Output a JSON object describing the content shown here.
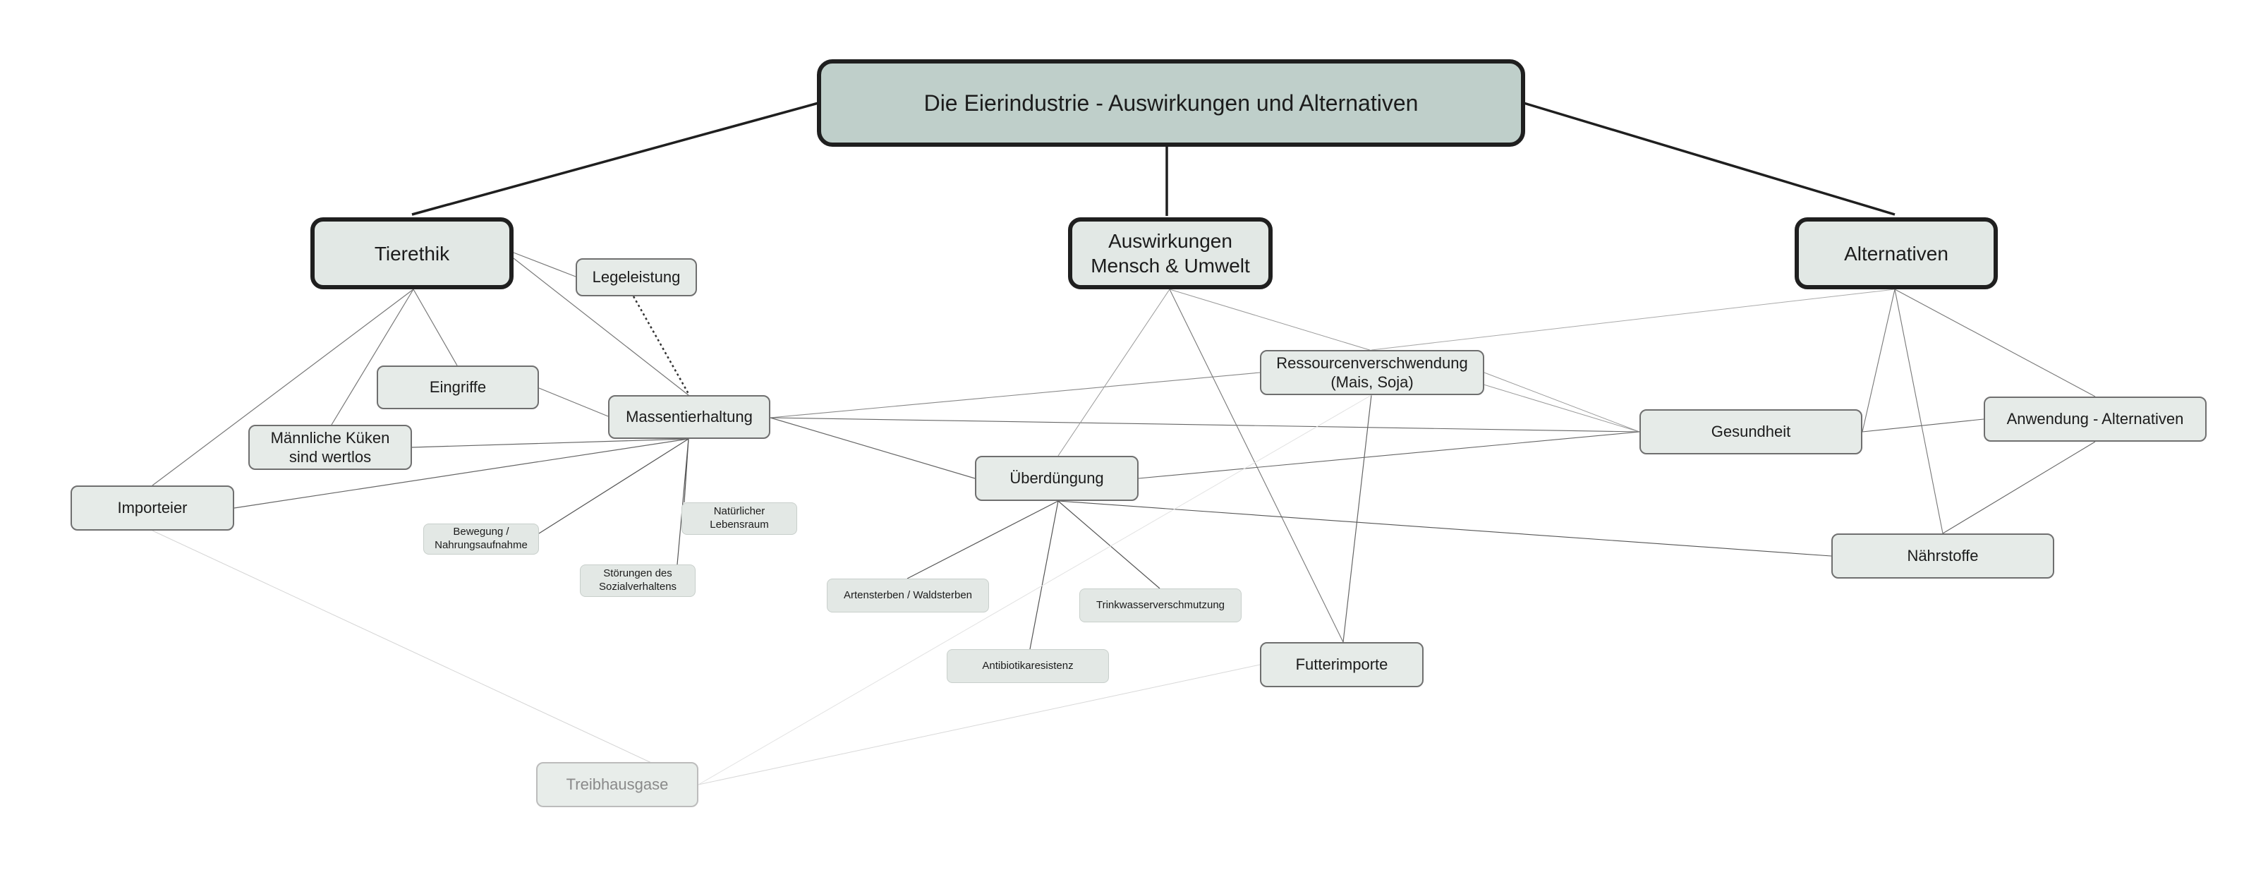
{
  "diagram": {
    "title": "Die Eierindustrie - Auswirkungen und Alternativen",
    "nodes": {
      "root": {
        "label": "Die Eierindustrie - Auswirkungen und Alternativen"
      },
      "tierethik": {
        "label": "Tierethik"
      },
      "auswirkungen": {
        "label": "Auswirkungen\nMensch & Umwelt"
      },
      "alternativen": {
        "label": "Alternativen"
      },
      "legeleistung": {
        "label": "Legeleistung"
      },
      "eingriffe": {
        "label": "Eingriffe"
      },
      "massentierhaltung": {
        "label": "Massentierhaltung"
      },
      "kueken": {
        "label": "Männliche Küken\nsind wertlos"
      },
      "importeier": {
        "label": "Importeier"
      },
      "bewegung": {
        "label": "Bewegung /\nNahrungsaufnahme"
      },
      "stoerungen": {
        "label": "Störungen des\nSozialverhaltens"
      },
      "lebensraum": {
        "label": "Natürlicher\nLebensraum"
      },
      "ressourcen": {
        "label": "Ressourcenverschwendung\n(Mais, Soja)"
      },
      "ueberduengung": {
        "label": "Überdüngung"
      },
      "artensterben": {
        "label": "Artensterben / Waldsterben"
      },
      "trinkwasser": {
        "label": "Trinkwasserverschmutzung"
      },
      "antibiotika": {
        "label": "Antibiotikaresistenz"
      },
      "futterimporte": {
        "label": "Futterimporte"
      },
      "gesundheit": {
        "label": "Gesundheit"
      },
      "anwendung": {
        "label": "Anwendung - Alternativen"
      },
      "naehrstoffe": {
        "label": "Nährstoffe"
      },
      "treibhausgase": {
        "label": "Treibhausgase"
      }
    }
  }
}
